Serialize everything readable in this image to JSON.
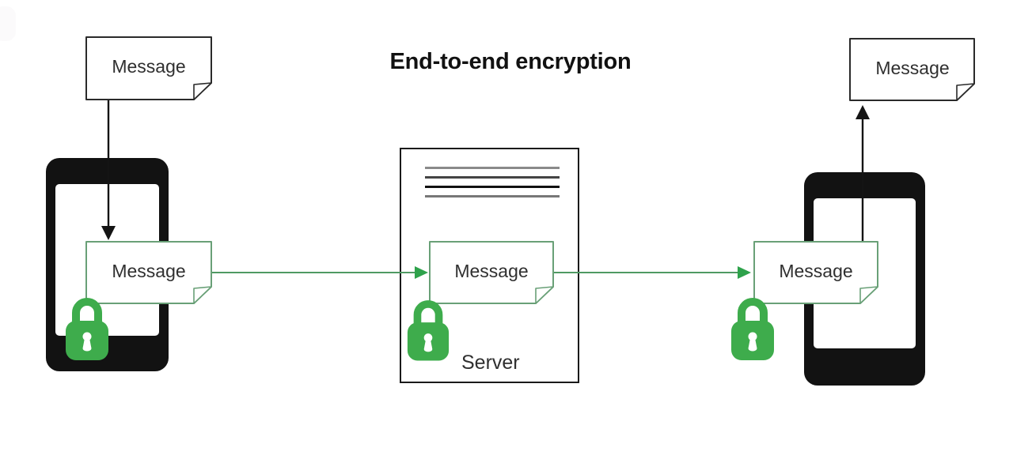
{
  "title": "End-to-end encryption",
  "server": {
    "label": "Server"
  },
  "notes": {
    "source": "Message",
    "sender_encrypted": "Message",
    "server_encrypted": "Message",
    "receiver_encrypted": "Message",
    "delivered": "Message"
  },
  "icons": {
    "padlock": "padlock-icon",
    "note": "folded-note-icon",
    "phone": "smartphone-icon",
    "arrow": "arrow-icon"
  },
  "colors": {
    "lock_green": "#3eac4c",
    "note_green": "#69a077",
    "arrow_green": "#4f9a63",
    "arrowhead_green": "#2ea24b",
    "ink": "#1a1a1a",
    "text": "#2f2f2f"
  }
}
